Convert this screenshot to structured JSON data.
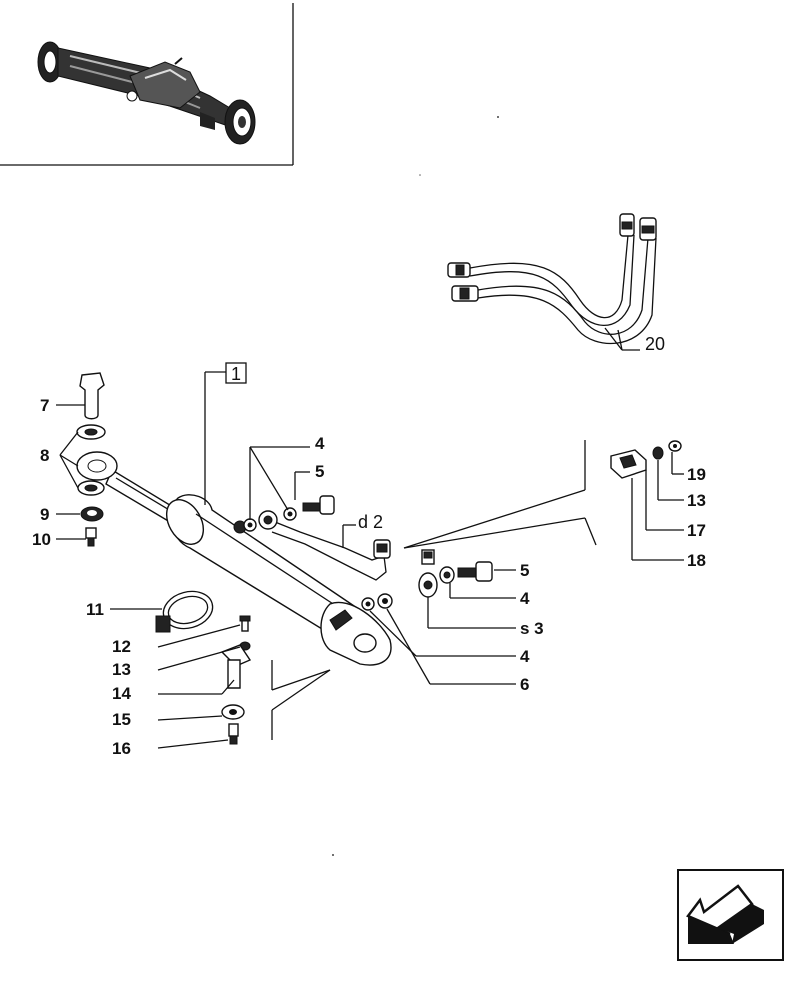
{
  "callouts": {
    "c1": "1",
    "c4a": "4",
    "c5a": "5",
    "cd2": "d 2",
    "c7": "7",
    "c8": "8",
    "c9": "9",
    "c10": "10",
    "c11": "11",
    "c12": "12",
    "c13a": "13",
    "c14": "14",
    "c15": "15",
    "c16": "16",
    "c5b": "5",
    "c4b": "4",
    "cs3": "s 3",
    "c4c": "4",
    "c6": "6",
    "c19": "19",
    "c13b": "13",
    "c17": "17",
    "c18": "18",
    "c20": "20"
  },
  "icons": {
    "axle_thumbnail": "axle-assembly-icon",
    "nav": "arrow-down-left-icon"
  }
}
